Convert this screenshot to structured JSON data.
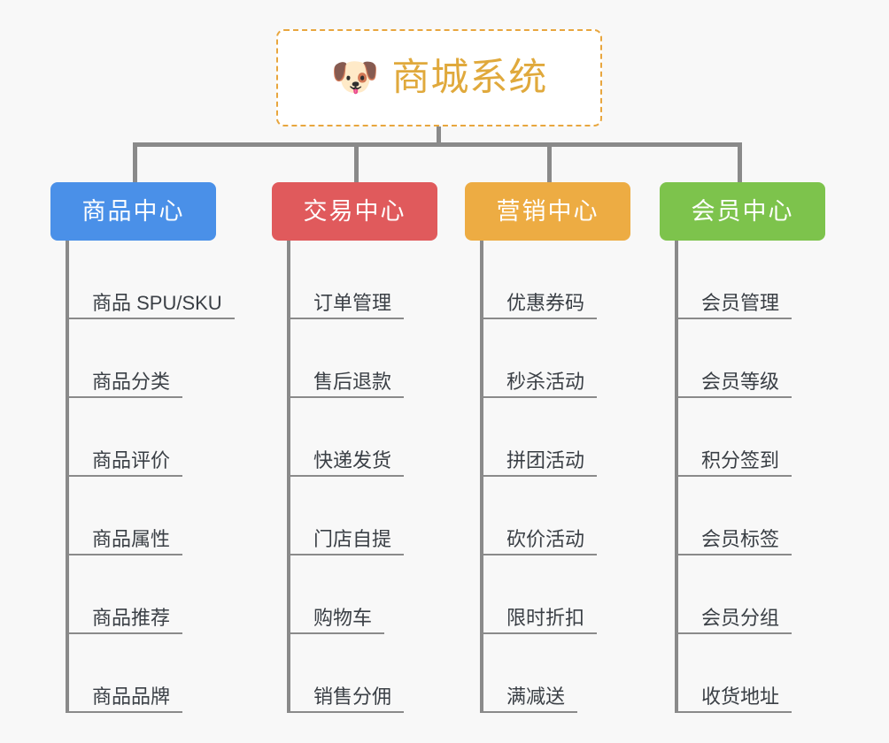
{
  "diagram": {
    "title": "商城系统",
    "background_color": "#f8f8f8",
    "connector_color": "#8a8a8a",
    "root": {
      "icon": "dog-face-emoji",
      "glyph": "🐶",
      "label": "商城系统",
      "text_color": "#e0a93c",
      "border_color": "#e8a63e",
      "fill_color": "#ffffff"
    },
    "columns": [
      {
        "label": "商品中心",
        "color": "#4a90e8",
        "items": [
          "商品 SPU/SKU",
          "商品分类",
          "商品评价",
          "商品属性",
          "商品推荐",
          "商品品牌"
        ]
      },
      {
        "label": "交易中心",
        "color": "#e05a5c",
        "items": [
          "订单管理",
          "售后退款",
          "快递发货",
          "门店自提",
          "购物车",
          "销售分佣"
        ]
      },
      {
        "label": "营销中心",
        "color": "#edac43",
        "items": [
          "优惠券码",
          "秒杀活动",
          "拼团活动",
          "砍价活动",
          "限时折扣",
          "满减送"
        ]
      },
      {
        "label": "会员中心",
        "color": "#7dc34c",
        "items": [
          "会员管理",
          "会员等级",
          "积分签到",
          "会员标签",
          "会员分组",
          "收货地址"
        ]
      }
    ]
  }
}
